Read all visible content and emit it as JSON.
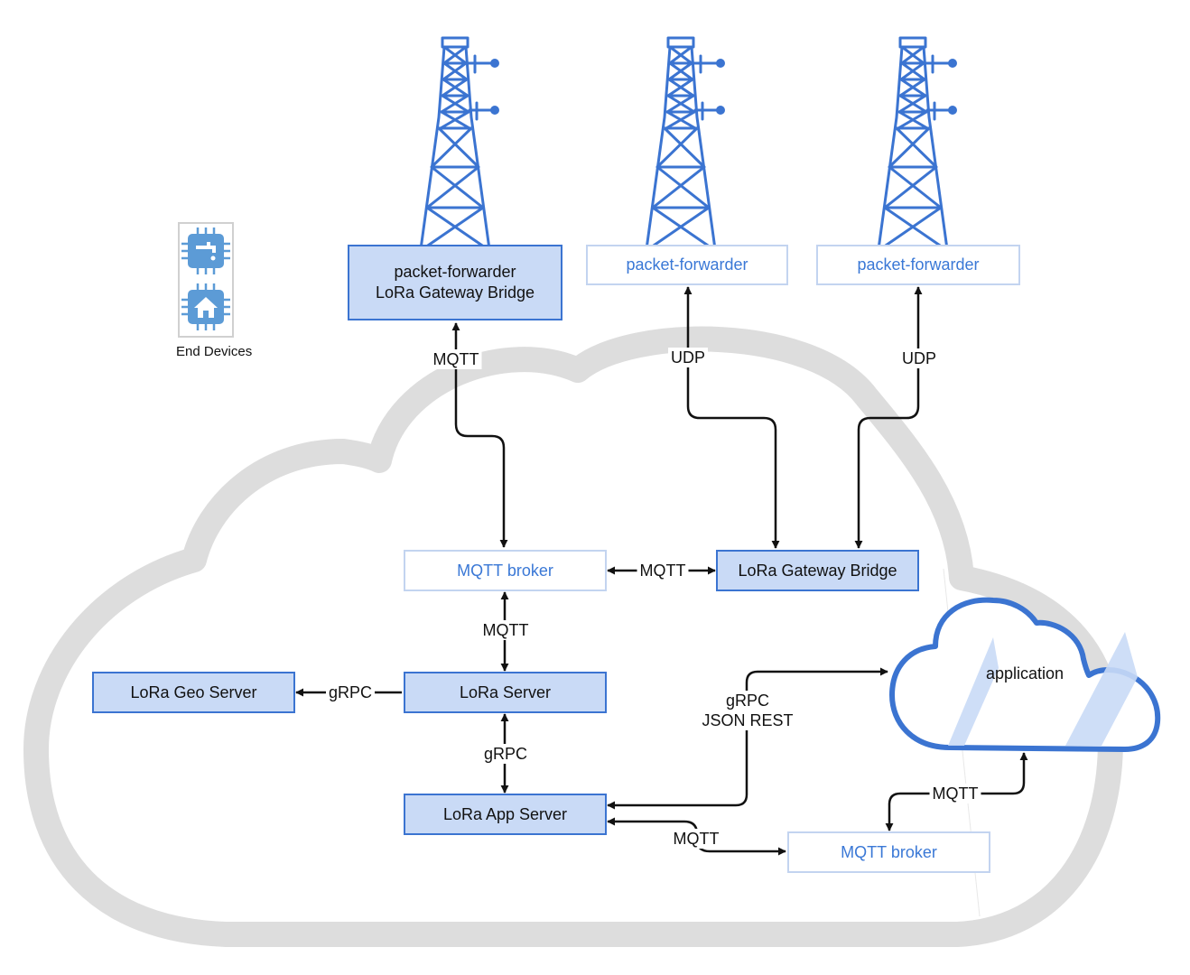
{
  "end_devices": {
    "label": "End Devices",
    "icons": [
      "faucet-chip-icon",
      "house-chip-icon"
    ]
  },
  "towers": [
    "tower-icon",
    "tower-icon",
    "tower-icon"
  ],
  "boxes": {
    "pf_bridge": {
      "line1": "packet-forwarder",
      "line2": "LoRa Gateway Bridge"
    },
    "pf2": "packet-forwarder",
    "pf3": "packet-forwarder",
    "mqtt_broker_top": "MQTT broker",
    "gateway_bridge": "LoRa Gateway Bridge",
    "lora_server": "LoRa Server",
    "geo_server": "LoRa Geo Server",
    "app_server": "LoRa App Server",
    "mqtt_broker_bottom": "MQTT broker",
    "application": "application"
  },
  "edges": {
    "mqtt_pf1": "MQTT",
    "udp_pf2": "UDP",
    "udp_pf3": "UDP",
    "mqtt_broker_bridge": "MQTT",
    "mqtt_broker_server": "MQTT",
    "grpc_geo": "gRPC",
    "grpc_app": "gRPC",
    "grpc_rest_line1": "gRPC",
    "grpc_rest_line2": "JSON REST",
    "mqtt_app_broker": "MQTT",
    "mqtt_broker_application": "MQTT"
  },
  "colors": {
    "accent": "#3b74d1",
    "box_fill": "#c9daf6",
    "light_border": "#c3d4f0",
    "light_text": "#3a78d6",
    "cloud": "#dddddd"
  }
}
